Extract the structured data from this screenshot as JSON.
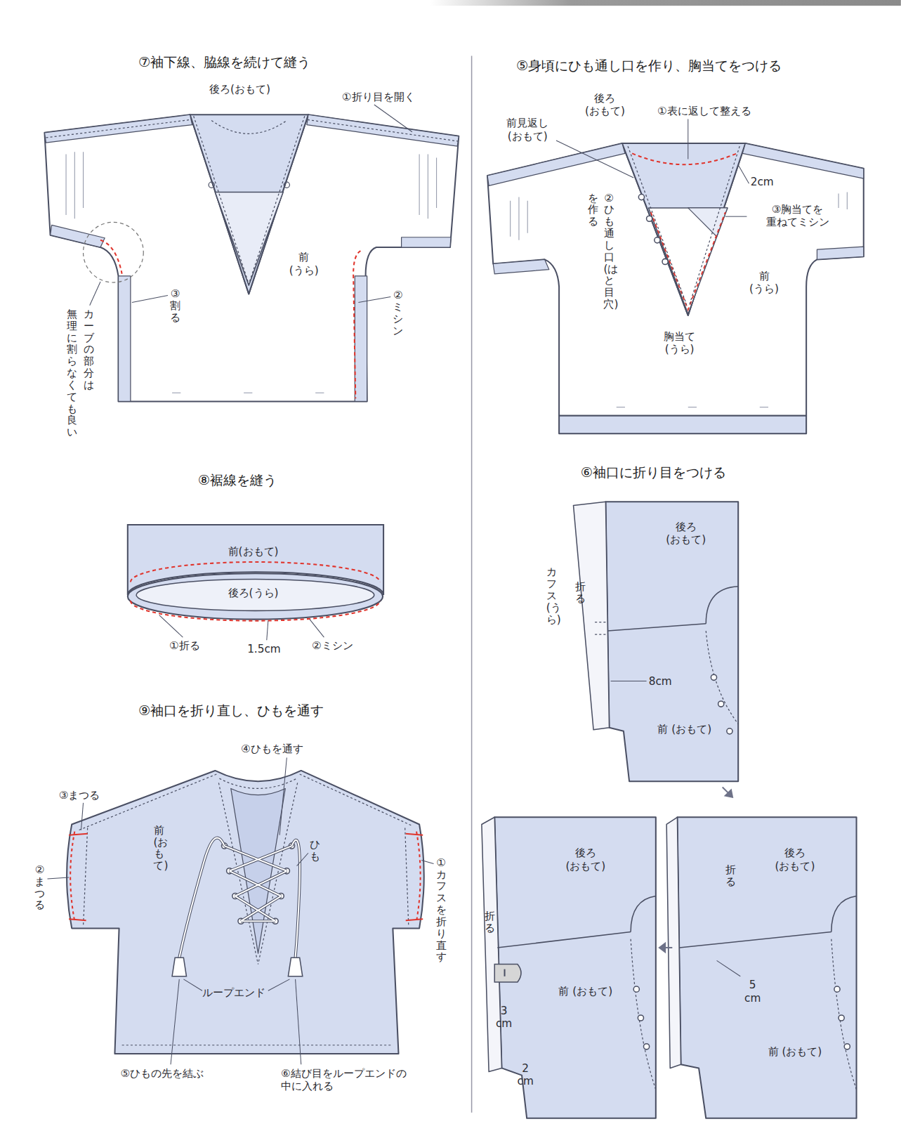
{
  "diagram": {
    "labels": [
      "⑦袖下線、脇線を続けて縫う",
      "後ろ(おもて)",
      "①折り目を開く",
      "前 (うら)",
      "③割る",
      "②ミシン",
      "カーブの部分は",
      "無理に割らなくても良い",
      "⑧裾線を縫う",
      "前(おもて)",
      "後ろ(うら)",
      "①折る",
      "1.5cm",
      "②ミシン",
      "⑨袖口を折り直し、ひもを通す",
      "④ひもを通す",
      "③まつる",
      "②まつる",
      "前(おもて)",
      "ひも",
      "①カフスを折り直す",
      "ループエンド",
      "⑤ひもの先を結ぶ",
      "⑥結び目をループエンドの 中に入れる",
      "⑤身頃にひも通し口を作り、胸当てをつける",
      "後ろ (おもて)",
      "①表に返して整える",
      "前見返し (おもて)",
      "2cm",
      "②ひも通し口(はと目穴)",
      "を作る",
      "③胸当てを 重ねてミシン",
      "前 (うら)",
      "胸当て (うら)",
      "⑥袖口に折り目をつける",
      "後ろ (おもて)",
      "カフス(うら)",
      "折る",
      "8cm",
      "前 (おもて)",
      "後ろ (おもて)",
      "折る",
      "前 (おもて)",
      "3 cm",
      "2 cm",
      "後ろ (おもて)",
      "折る",
      "5 cm",
      "前 (おもて)"
    ]
  }
}
